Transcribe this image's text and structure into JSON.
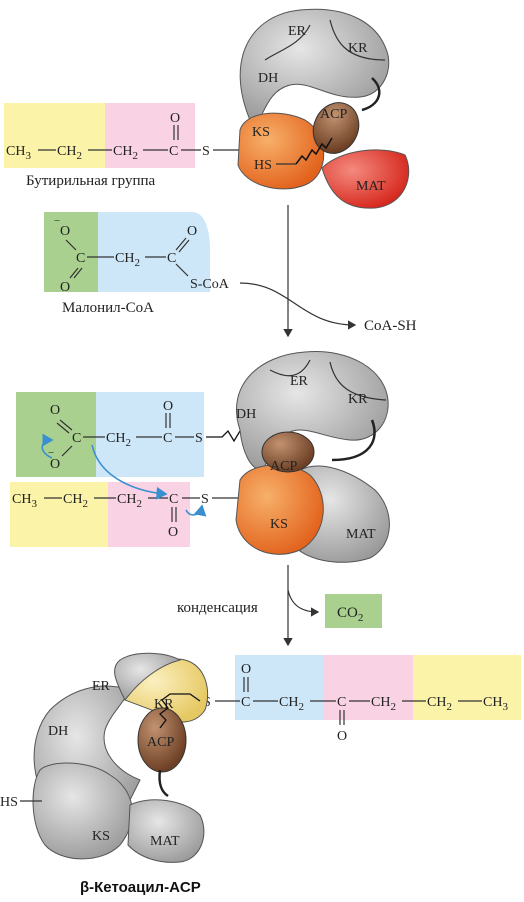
{
  "labels": {
    "butyryl_group": "Бутирильная группа",
    "malonyl_coa": "Малонил-CoA",
    "coa_sh": "CoA-SH",
    "condensation": "конденсация",
    "co2": "CO",
    "co2_sub": "2",
    "beta_ketoacyl_acp": "β-Кетоацил-ACP"
  },
  "domains": {
    "er": "ER",
    "kr": "KR",
    "dh": "DH",
    "ks": "KS",
    "acp": "ACP",
    "mat": "MAT",
    "hs": "HS"
  },
  "chem": {
    "ch3": "CH",
    "ch2": "CH",
    "sub3": "3",
    "sub2": "2",
    "c": "C",
    "o": "O",
    "s": "S",
    "s_coa": "S-CoA",
    "minus": "−"
  },
  "colors": {
    "yellow": "#fbf3a8",
    "pink": "#f9d3e3",
    "blue": "#cde7f8",
    "green": "#a9d08e",
    "grey": "#c8c8c8",
    "orange": "#f08a3a",
    "red": "#e8453c",
    "brown": "#8a5a38",
    "pale_yellow": "#f6e49a",
    "arrow_blue": "#3a8fd0"
  }
}
